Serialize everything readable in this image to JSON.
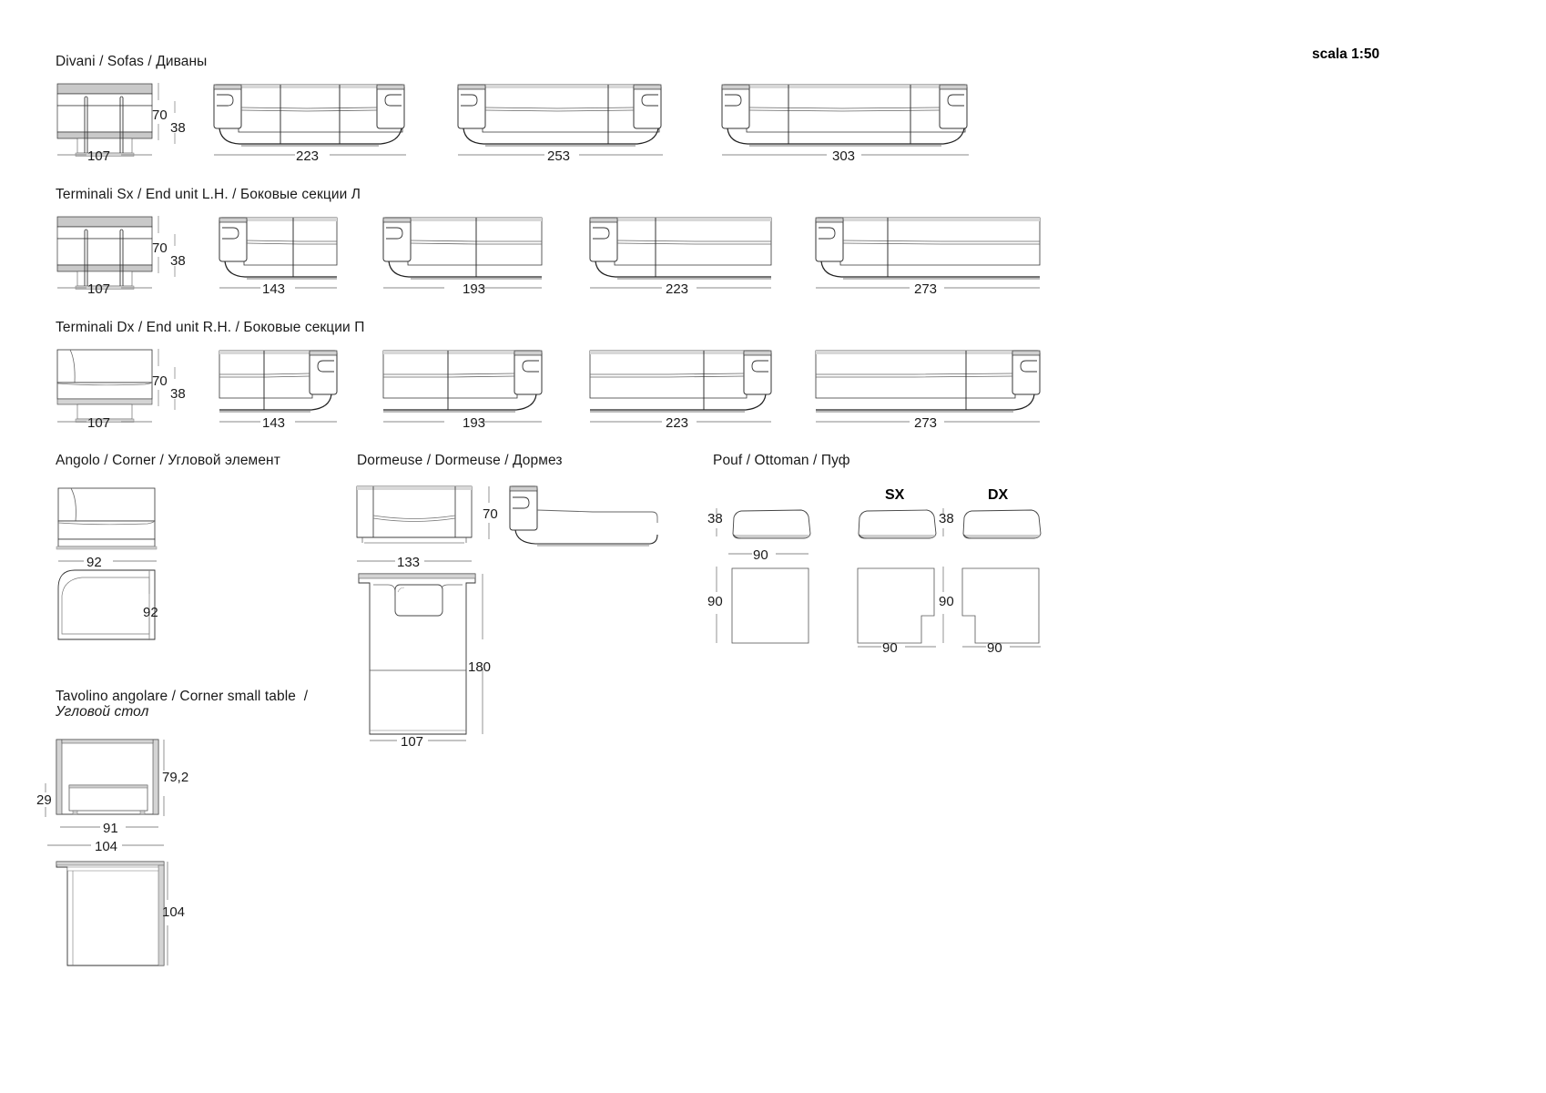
{
  "document": {
    "scale_label": "scala 1:50"
  },
  "sections": [
    {
      "id": "divani",
      "title_it": "Divani",
      "title_en": "Sofas",
      "title_ru": "Диваны",
      "title_full": "Divani / Sofas / Диваны",
      "items": [
        {
          "name": "front-view",
          "width": "107",
          "height_back": "70",
          "height_seat": "38"
        },
        {
          "name": "sofa-223",
          "width": "223"
        },
        {
          "name": "sofa-253",
          "width": "253"
        },
        {
          "name": "sofa-303",
          "width": "303"
        }
      ]
    },
    {
      "id": "terminali-sx",
      "title_it": "Terminali Sx",
      "title_en": "End unit L.H.",
      "title_ru": "Боковые секции Л",
      "title_full": "Terminali Sx / End unit L.H. / Боковые секции Л",
      "items": [
        {
          "name": "front-view",
          "width": "107",
          "height_back": "70",
          "height_seat": "38"
        },
        {
          "name": "end-unit-143",
          "width": "143"
        },
        {
          "name": "end-unit-193",
          "width": "193"
        },
        {
          "name": "end-unit-223",
          "width": "223"
        },
        {
          "name": "end-unit-273",
          "width": "273"
        }
      ]
    },
    {
      "id": "terminali-dx",
      "title_it": "Terminali Dx",
      "title_en": "End unit R.H.",
      "title_ru": "Боковые секции П",
      "title_full": "Terminali Dx / End unit R.H. / Боковые секции П",
      "items": [
        {
          "name": "front-view",
          "width": "107",
          "height_back": "70",
          "height_seat": "38"
        },
        {
          "name": "end-unit-143",
          "width": "143"
        },
        {
          "name": "end-unit-193",
          "width": "193"
        },
        {
          "name": "end-unit-223",
          "width": "223"
        },
        {
          "name": "end-unit-273",
          "width": "273"
        }
      ]
    },
    {
      "id": "angolo",
      "title_it": "Angolo",
      "title_en": "Corner",
      "title_ru": "Угловой элемент",
      "title_full": "Angolo / Corner / Угловой элемент",
      "items": [
        {
          "name": "corner-elevation",
          "width": "92"
        },
        {
          "name": "corner-plan",
          "depth": "92"
        }
      ]
    },
    {
      "id": "dormeuse",
      "title_it": "Dormeuse",
      "title_en": "Dormeuse",
      "title_ru": "Дормез",
      "title_full": "Dormeuse / Dormeuse / Дормез",
      "items": [
        {
          "name": "dormeuse-front",
          "width": "133",
          "height_back": "70"
        },
        {
          "name": "dormeuse-plan",
          "width": "107",
          "depth": "180"
        }
      ]
    },
    {
      "id": "pouf",
      "title_it": "Pouf",
      "title_en": "Ottoman",
      "title_ru": "Пуф",
      "title_full": "Pouf / Ottoman / Пуф",
      "variants": [
        {
          "label": "",
          "height": "38",
          "width": "90",
          "depth": "90"
        },
        {
          "label": "SX",
          "height": "38",
          "width": "90",
          "depth": "90"
        },
        {
          "label": "DX",
          "height": "38",
          "width": "90",
          "depth": "90"
        }
      ]
    },
    {
      "id": "tavolino",
      "title_it": "Tavolino angolare",
      "title_en": "Corner small table",
      "title_ru": "Угловой стол",
      "title_line1": "Tavolino angolare / Corner small table  /",
      "title_line2": "Угловой стол",
      "items": [
        {
          "name": "table-elevation",
          "height_total": "79,2",
          "height_low": "29",
          "width": "91"
        },
        {
          "name": "table-plan",
          "width": "104",
          "depth": "104"
        }
      ]
    }
  ],
  "dimensions": {
    "divani": {
      "front_w": "107",
      "front_h_back": "70",
      "front_h_seat": "38",
      "w1": "223",
      "w2": "253",
      "w3": "303"
    },
    "terminali_sx": {
      "front_w": "107",
      "front_h_back": "70",
      "front_h_seat": "38",
      "w1": "143",
      "w2": "193",
      "w3": "223",
      "w4": "273"
    },
    "terminali_dx": {
      "front_w": "107",
      "front_h_back": "70",
      "front_h_seat": "38",
      "w1": "143",
      "w2": "193",
      "w3": "223",
      "w4": "273"
    },
    "angolo": {
      "w": "92",
      "d": "92"
    },
    "dormeuse": {
      "w": "133",
      "h": "70",
      "plan_w": "107",
      "plan_d": "180"
    },
    "pouf": {
      "h1": "38",
      "w1": "90",
      "d1": "90",
      "h2": "38",
      "w2": "90",
      "d2": "90",
      "w3": "90",
      "sx": "SX",
      "dx": "DX"
    },
    "tavolino": {
      "h_total": "79,2",
      "h_low": "29",
      "w": "91",
      "plan_w": "104",
      "plan_d": "104"
    }
  },
  "colors": {
    "line": "#1a1a1a",
    "thin_line": "#555555",
    "shade": "#c9c9c9",
    "dim_line": "#777777",
    "text": "#1a1a1a",
    "background": "#ffffff"
  }
}
